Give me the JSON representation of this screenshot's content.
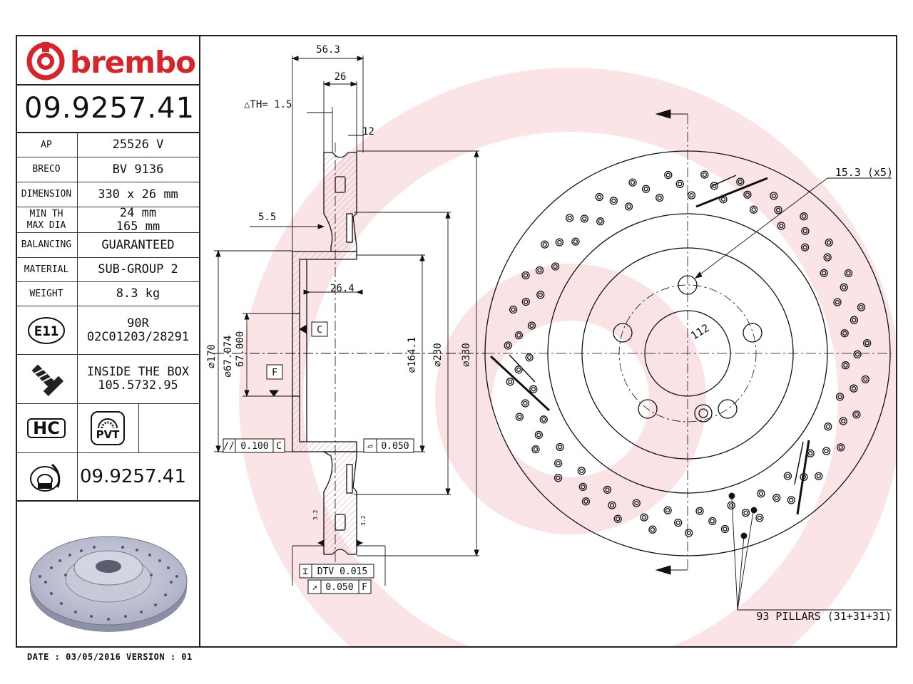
{
  "brand": {
    "name": "brembo",
    "color": "#d8232a"
  },
  "part_number": "09.9257.41",
  "specs": [
    {
      "label": "AP",
      "value": "25526 V"
    },
    {
      "label": "BRECO",
      "value": "BV 9136"
    },
    {
      "label": "DIMENSION",
      "value": "330 x 26 mm"
    },
    {
      "label": "MIN TH\nMAX DIA",
      "value": "24 mm\n165 mm"
    },
    {
      "label": "BALANCING",
      "value": "GUARANTEED"
    },
    {
      "label": "MATERIAL",
      "value": "SUB-GROUP 2"
    },
    {
      "label": "WEIGHT",
      "value": "8.3 kg"
    }
  ],
  "homologation": {
    "icon": "e11-mark-icon",
    "mark": "E11",
    "code": "90R",
    "number": "02C01203/28291"
  },
  "kit": {
    "icon": "screw-icon",
    "line1": "INSIDE THE BOX",
    "line2": "105.5732.95"
  },
  "badges": {
    "hc": "HC",
    "pvt": "PVT"
  },
  "disc_number": {
    "icon": "disc-side-icon",
    "value": "09.9257.41"
  },
  "footer": "DATE : 03/05/2016 VERSION : 01",
  "dimensions": {
    "d563": "56.3",
    "d26": "26",
    "th": "△TH= 1.5",
    "d12": "12",
    "d55": "5.5",
    "d264": "26.4",
    "dia170": "⌀170",
    "dia67": "⌀67.074",
    "dia67b": "67.000",
    "dia164": "⌀164.1",
    "dia230": "⌀230",
    "dia330": "⌀330",
    "datum_c": "C",
    "datum_f": "F",
    "tol_par": "0.100",
    "tol_par_ref": "C",
    "tol_flat": "0.050",
    "dtv": "DTV 0.015",
    "runout": "0.050",
    "runout_ref": "F",
    "rough1": "3.2",
    "rough2": "3.2",
    "holes": "15.3 (x5)",
    "pcd": "112",
    "pillars": "93 PILLARS (31+31+31)"
  }
}
